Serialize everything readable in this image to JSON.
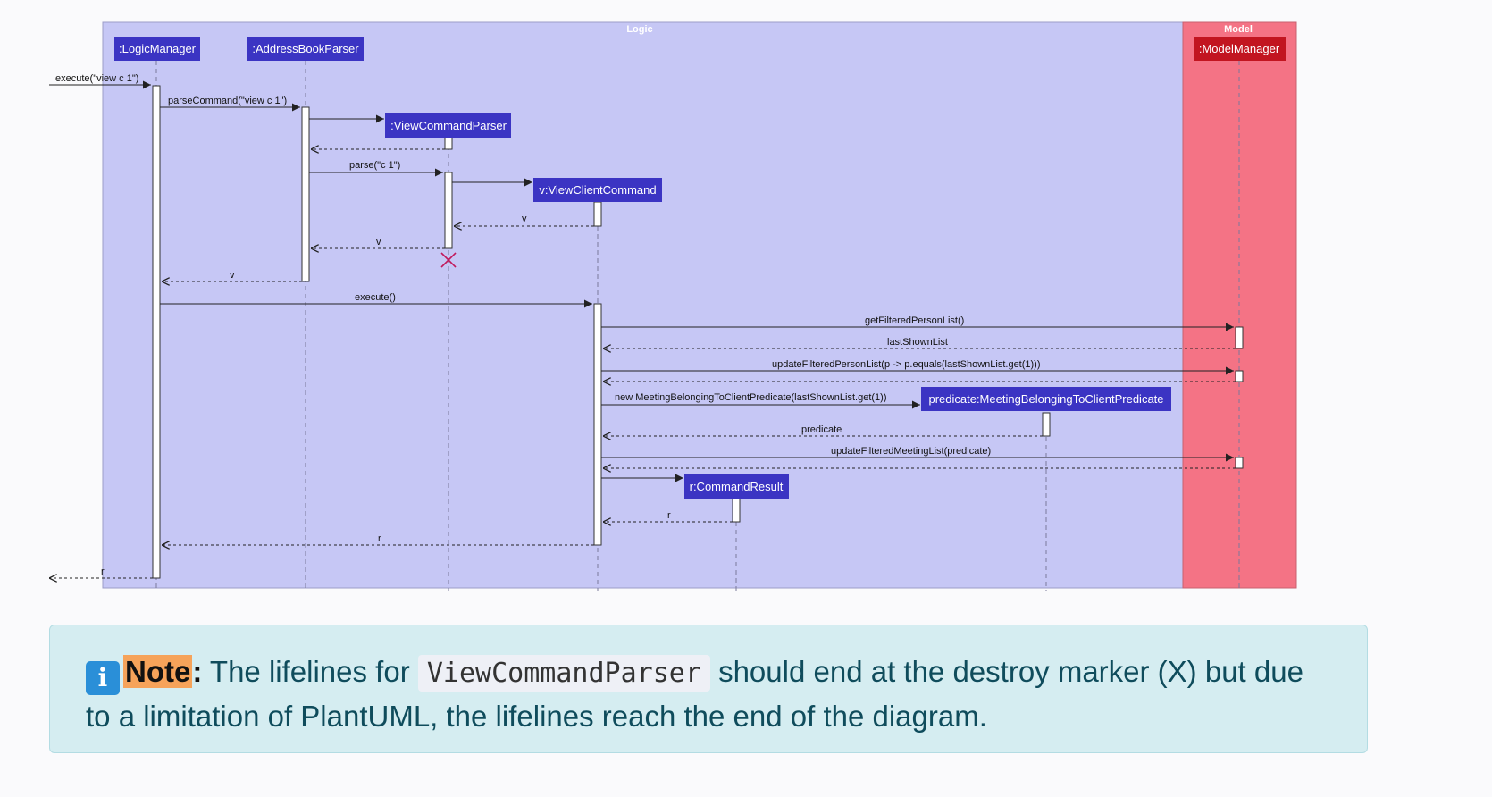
{
  "diagram": {
    "boxes": {
      "logic": "Logic",
      "model": "Model"
    },
    "colors": {
      "logic_box": "#c6c7f5",
      "model_box": "#f47385",
      "participant": "#3b34c3",
      "model_participant": "#c21520",
      "lifeline": "#7a7a9a",
      "destroy": "#c2185b"
    },
    "participants": {
      "logic_manager": ":LogicManager",
      "address_book_parser": ":AddressBookParser",
      "view_command_parser": ":ViewCommandParser",
      "view_client_command": "v:ViewClientCommand",
      "meeting_predicate": "predicate:MeetingBelongingToClientPredicate",
      "command_result": "r:CommandResult",
      "model_manager": ":ModelManager"
    },
    "messages": {
      "m1": "execute(\"view c 1\")",
      "m2": "parseCommand(\"view c 1\")",
      "m3": "parse(\"c 1\")",
      "m4": "v",
      "m5": "v",
      "m6": "v",
      "m7": "execute()",
      "m8": "getFilteredPersonList()",
      "m9": "lastShownList",
      "m10": "updateFilteredPersonList(p -> p.equals(lastShownList.get(1)))",
      "m11": "new MeetingBelongingToClientPredicate(lastShownList.get(1))",
      "m12": "predicate",
      "m13": "updateFilteredMeetingList(predicate)",
      "m14": "r",
      "m15": "r",
      "m16": "r"
    }
  },
  "note": {
    "icon": "info-icon",
    "label": "Note",
    "text_before": "The lifelines for",
    "code": "ViewCommandParser",
    "text_after": "should end at the destroy marker (X) but due to a limitation of PlantUML, the lifelines reach the end of the diagram."
  }
}
